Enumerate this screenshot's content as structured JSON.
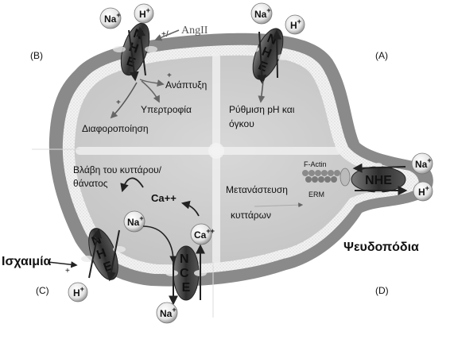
{
  "quadrant_letters": {
    "b": "(B)",
    "a": "(A)",
    "c": "(C)",
    "d": "(D)"
  },
  "ions": {
    "na": "Na",
    "h": "H",
    "ca": "Ca"
  },
  "ion_charge": {
    "plus": "+",
    "double_plus": "++"
  },
  "transporters": {
    "nhe": "NHE",
    "nce": "NCE"
  },
  "stimulus": "AngII",
  "stimulus_sign": "+/-",
  "effects_b": {
    "growth": "Ανάπτυξη",
    "hypertrophy": "Υπερτροφία",
    "differentiation": "Διαφοροποίηση"
  },
  "effects_a": {
    "line1": "Ρύθμιση pH και",
    "line2": "όγκου"
  },
  "effects_c": {
    "line1": "Βλάβη του κυττάρου/",
    "line2": "θάνατος",
    "calcium": "Ca++"
  },
  "effects_d": {
    "line1": "Μετανάστευση",
    "line2": "κυττάρων",
    "f_actin": "F-Actin",
    "erm": "ERM"
  },
  "ischemia": "Ισχαιμία",
  "pseudopodia": "Ψευδοπόδια"
}
